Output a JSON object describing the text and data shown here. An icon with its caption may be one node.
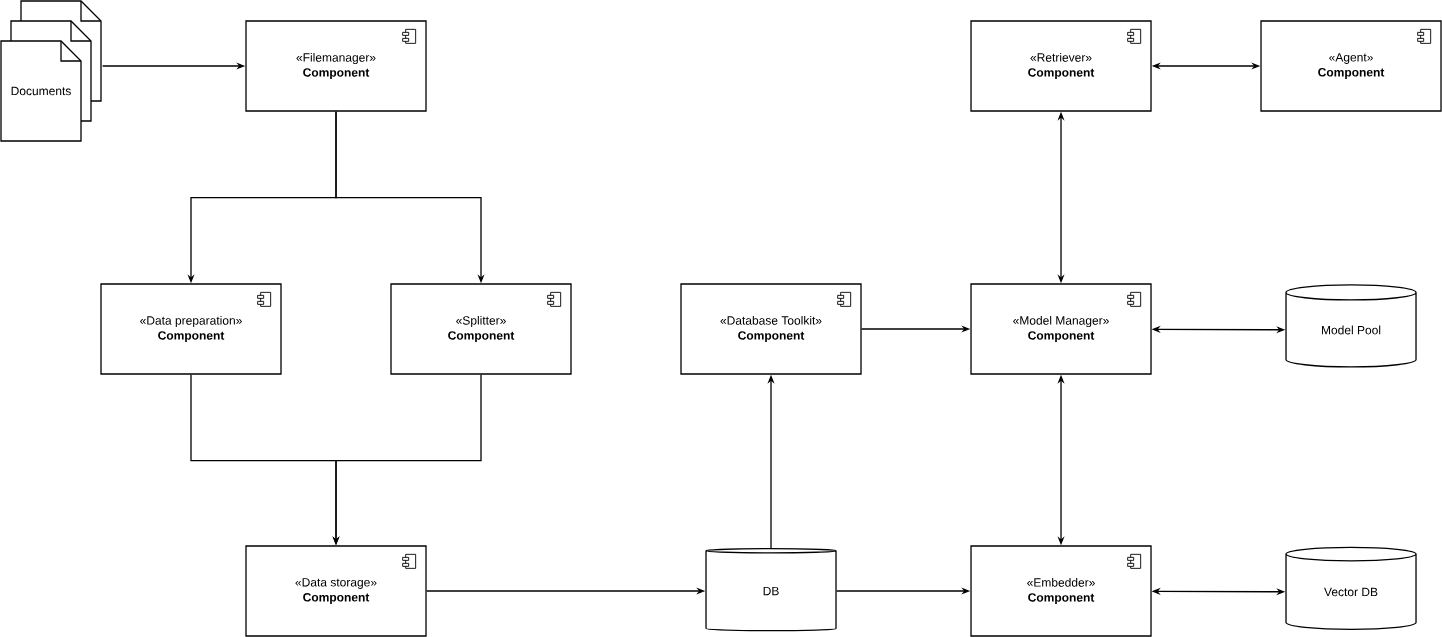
{
  "diagram": {
    "nodes": [
      {
        "text": [
          "Documents"
        ]
      },
      {
        "text": [
          "«Filemanager»",
          "Component"
        ]
      },
      {
        "text": [
          "«Data preparation»",
          "Component"
        ]
      },
      {
        "text": [
          "«Splitter»",
          "Component"
        ]
      },
      {
        "text": [
          "«Data storage»",
          "Component"
        ]
      },
      {
        "text": [
          "«Database Toolkit»",
          "Component"
        ]
      },
      {
        "text": [
          "DB"
        ]
      },
      {
        "text": [
          "«Retriever»",
          "Component"
        ]
      },
      {
        "text": [
          "«Agent»",
          "Component"
        ]
      },
      {
        "text": [
          "«Model Manager»",
          "Component"
        ]
      },
      {
        "text": [
          "Model Pool"
        ]
      },
      {
        "text": [
          "«Embedder»",
          "Component"
        ]
      },
      {
        "text": [
          "Vector DB"
        ]
      }
    ],
    "edges": [
      {
        "from": 0,
        "to": 1,
        "arrow": "to"
      },
      {
        "from": 1,
        "to": 2,
        "arrow": "to"
      },
      {
        "from": 1,
        "to": 3,
        "arrow": "to"
      },
      {
        "from": 2,
        "to": 4,
        "arrow": "to"
      },
      {
        "from": 3,
        "to": 4,
        "arrow": "to"
      },
      {
        "from": 4,
        "to": 6,
        "arrow": "to"
      },
      {
        "from": 6,
        "to": 5,
        "arrow": "to"
      },
      {
        "from": 5,
        "to": 9,
        "arrow": "to"
      },
      {
        "from": 6,
        "to": 11,
        "arrow": "to"
      },
      {
        "from": 7,
        "to": 8,
        "arrow": "both"
      },
      {
        "from": 7,
        "to": 9,
        "arrow": "both"
      },
      {
        "from": 9,
        "to": 10,
        "arrow": "both"
      },
      {
        "from": 9,
        "to": 11,
        "arrow": "both"
      },
      {
        "from": 11,
        "to": 12,
        "arrow": "both"
      }
    ]
  }
}
